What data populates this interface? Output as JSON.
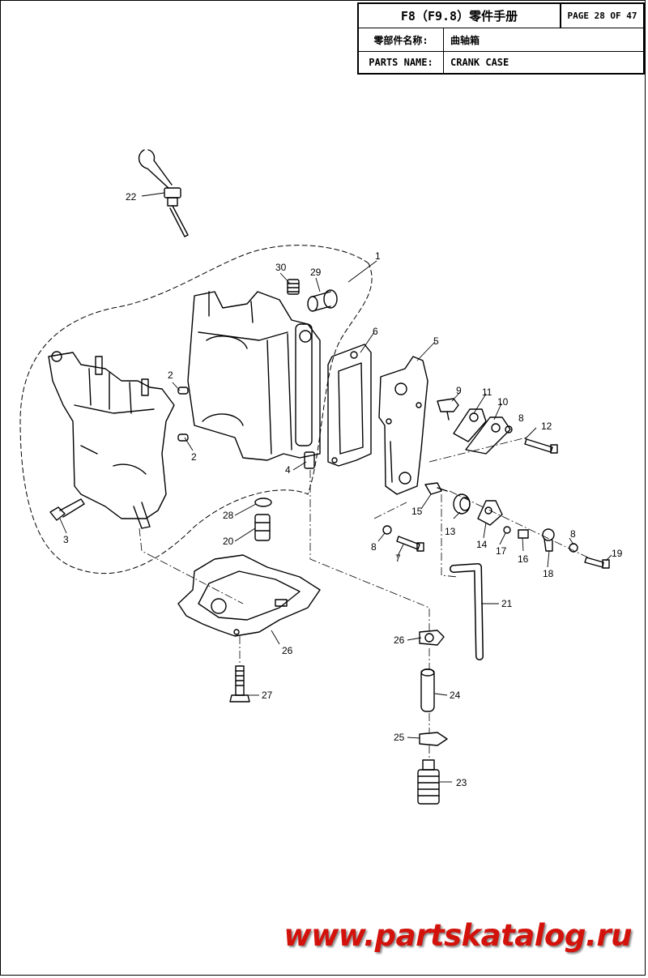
{
  "title_block": {
    "title": "F8（F9.8）零件手册",
    "page": "PAGE 28 OF 47",
    "cn_label": "零部件名称:",
    "cn_value": "曲轴箱",
    "en_label": "PARTS NAME:",
    "en_value": "CRANK CASE"
  },
  "callouts": [
    "1",
    "2",
    "2",
    "3",
    "4",
    "5",
    "6",
    "7",
    "8",
    "8",
    "8",
    "9",
    "10",
    "11",
    "12",
    "13",
    "14",
    "15",
    "16",
    "17",
    "18",
    "19",
    "20",
    "21",
    "22",
    "23",
    "24",
    "25",
    "26",
    "26",
    "27",
    "28",
    "29",
    "30"
  ],
  "watermark": "www.partskatalog.ru"
}
